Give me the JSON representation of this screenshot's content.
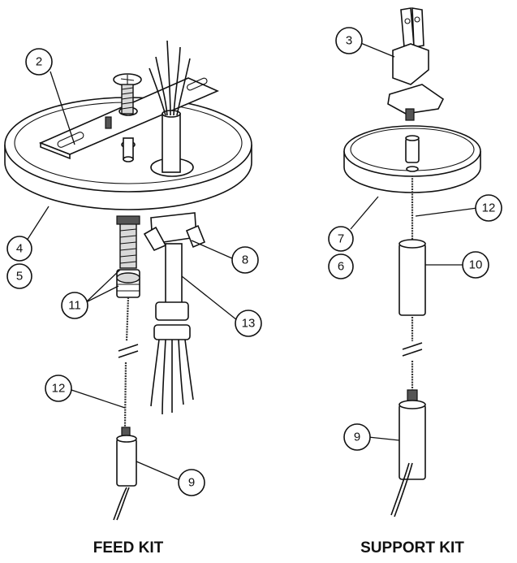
{
  "titles": {
    "feed_kit": "FEED KIT",
    "support_kit": "SUPPORT KIT"
  },
  "callouts": {
    "feed": {
      "c2": "2",
      "c4": "4",
      "c5": "5",
      "c8": "8",
      "c11": "11",
      "c13": "13",
      "c12": "12",
      "c9": "9"
    },
    "support": {
      "c3": "3",
      "c12": "12",
      "c7": "7",
      "c6": "6",
      "c10": "10",
      "c9": "9"
    }
  }
}
